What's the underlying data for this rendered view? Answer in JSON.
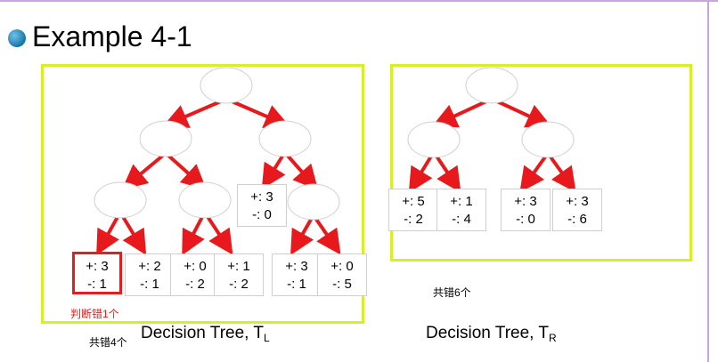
{
  "title": "Example 4-1",
  "colors": {
    "frame": "#d7ee2a",
    "edge": "#e8191c",
    "error": "#e02020",
    "bullet": "#1776a8"
  },
  "left_tree": {
    "caption": "Decision Tree, T",
    "caption_sub": "L",
    "error_note": "判断错1个",
    "total_note": "共错4个",
    "leaves": [
      {
        "pos": "+: 3",
        "neg": "-: 0"
      },
      {
        "pos": "+: 3",
        "neg": "-: 1"
      },
      {
        "pos": "+: 2",
        "neg": "-: 1"
      },
      {
        "pos": "+: 0",
        "neg": "-: 2"
      },
      {
        "pos": "+: 1",
        "neg": "-: 2"
      },
      {
        "pos": "+: 3",
        "neg": "-: 1"
      },
      {
        "pos": "+: 0",
        "neg": "-: 5"
      }
    ]
  },
  "right_tree": {
    "caption": "Decision Tree, T",
    "caption_sub": "R",
    "total_note": "共错6个",
    "leaves": [
      {
        "pos": "+: 5",
        "neg": "-: 2"
      },
      {
        "pos": "+: 1",
        "neg": "-: 4"
      },
      {
        "pos": "+: 3",
        "neg": "-: 0"
      },
      {
        "pos": "+: 3",
        "neg": "-: 6"
      }
    ]
  }
}
